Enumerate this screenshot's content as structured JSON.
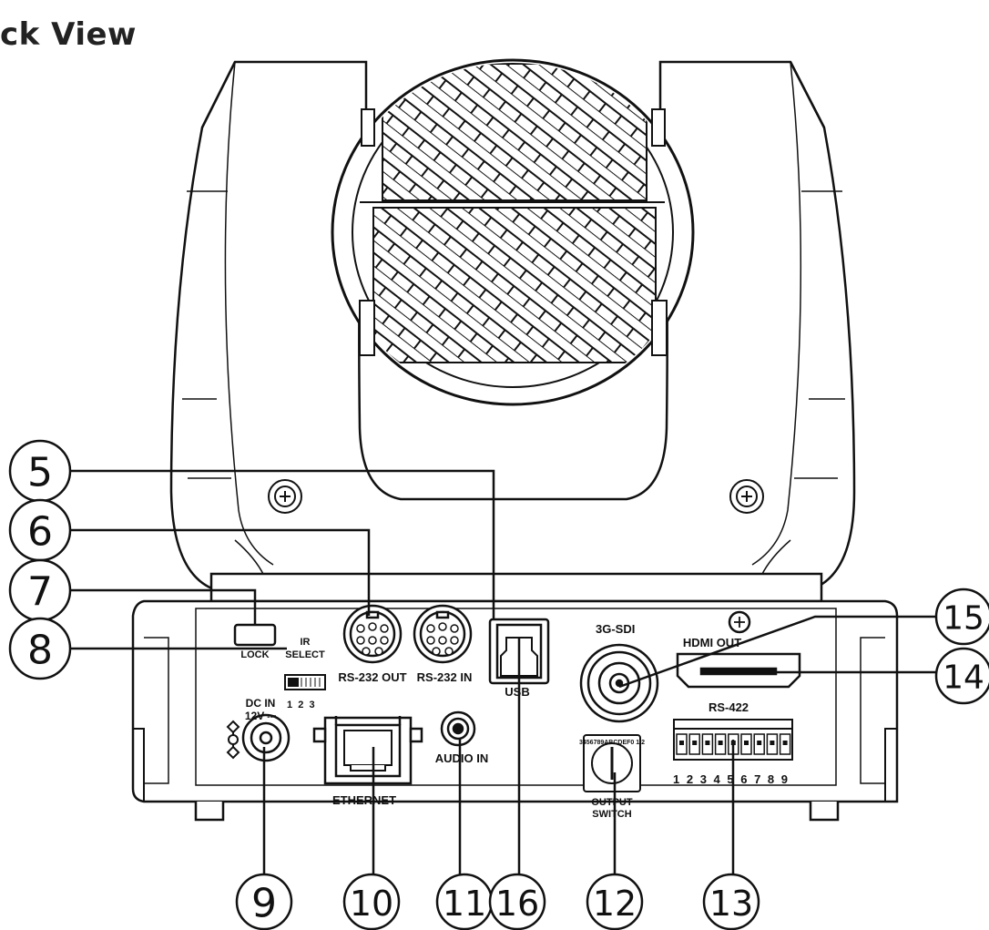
{
  "title": "ck View",
  "labels": {
    "lock": "LOCK",
    "ir_select_1": "IR",
    "ir_select_2": "SELECT",
    "ir_positions": "1  2  3",
    "rs232_out": "RS-232 OUT",
    "rs232_in": "RS-232 IN",
    "usb": "USB",
    "sdi": "3G-SDI",
    "hdmi_out": "HDMI OUT",
    "dc_in_1": "DC IN",
    "dc_in_2": "12V ⎓",
    "ethernet": "ETHERNET",
    "audio_in": "AUDIO IN",
    "output_switch_1": "OUTPUT",
    "output_switch_2": "SWITCH",
    "rs422": "RS-422",
    "rs422_pins": "1 2 3 4 5 6 7 8 9",
    "dial_digits": "3456789ABCDEF0 1 2"
  },
  "callouts": {
    "c5": "5",
    "c6": "6",
    "c7": "7",
    "c8": "8",
    "c9": "9",
    "c10": "10",
    "c11": "11",
    "c12": "12",
    "c13": "13",
    "c14": "14",
    "c15": "15",
    "c16": "16"
  },
  "colors": {
    "line": "#111111",
    "background": "#ffffff"
  }
}
